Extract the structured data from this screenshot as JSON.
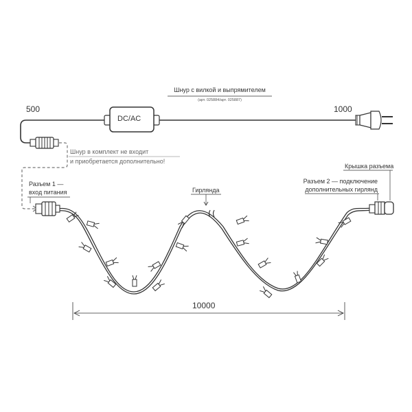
{
  "cord": {
    "title": "Шнур с вилкой и выпрямителем",
    "articles": "(арт. 025884/арт. 025887)",
    "left_length": "500",
    "right_length": "1000",
    "adapter_label": "DC/AC"
  },
  "note": {
    "line1": "Шнур в комплект не входит",
    "line2": "и приобретается дополнительно!"
  },
  "connector1": {
    "line1": "Разъем 1 —",
    "line2": "вход питания"
  },
  "garland": {
    "label": "Гирлянда",
    "length": "10000"
  },
  "connector2": {
    "line1": "Разъем 2 — подключение",
    "line2": "дополнительных гирлянд"
  },
  "cap": {
    "label": "Крышка разъема"
  },
  "colors": {
    "line": "#333333",
    "dashed": "#777777"
  }
}
